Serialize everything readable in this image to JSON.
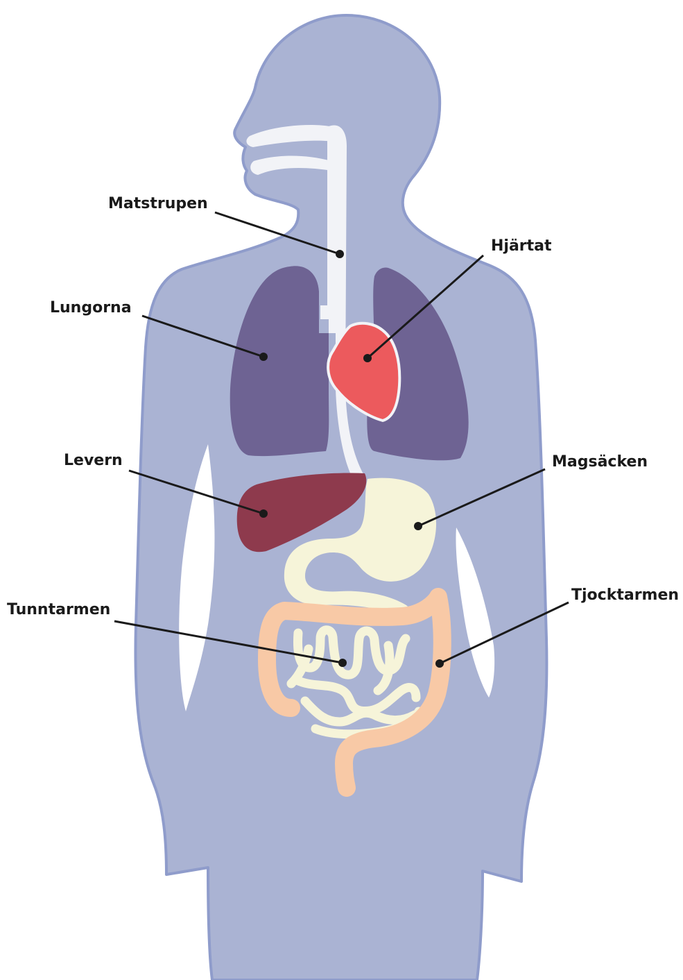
{
  "colors": {
    "background": "#ffffff",
    "body_fill": "#aab3d3",
    "body_outline": "#8f9ccb",
    "airway": "#f2f3f7",
    "lungs": "#6e6393",
    "heart": "#ec5a5d",
    "liver": "#8e3a4d",
    "stomach_and_small_intestine": "#f6f4d9",
    "large_intestine": "#f8c9a6",
    "label_text": "#1a1a1a"
  },
  "labels": {
    "esophagus": "Matstrupen",
    "heart": "Hjärtat",
    "lungs": "Lungorna",
    "liver": "Levern",
    "stomach": "Magsäcken",
    "small_intestine": "Tunntarmen",
    "large_intestine": "Tjocktarmen"
  }
}
